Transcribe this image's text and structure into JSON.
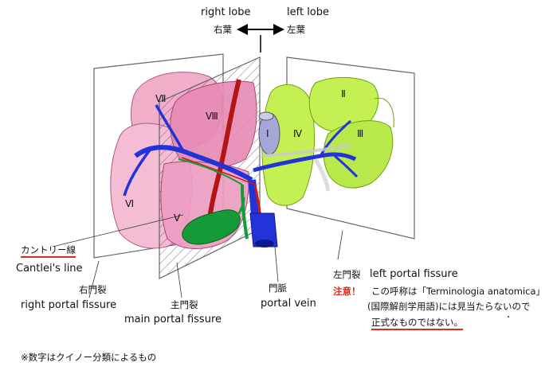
{
  "header": {
    "right_lobe_en": "right lobe",
    "right_lobe_jp": "右葉",
    "left_lobe_en": "left lobe",
    "left_lobe_jp": "左葉"
  },
  "segments": [
    "Ⅰ",
    "Ⅱ",
    "Ⅲ",
    "Ⅳ",
    "Ⅴ",
    "Ⅵ",
    "Ⅶ",
    "Ⅷ"
  ],
  "labels": {
    "cantlie_jp": "カントリー線",
    "cantlie_en": "Cantlei's line",
    "right_fissure_jp": "右門裂",
    "right_fissure_en": "right portal fissure",
    "main_fissure_jp": "主門裂",
    "main_fissure_en": "main portal fissure",
    "portal_vein_jp": "門脈",
    "portal_vein_en": "portal vein",
    "left_fissure_jp": "左門裂",
    "left_fissure_en": "left portal fissure"
  },
  "note": {
    "warning": "注意！",
    "line1": "この呼称は「Terminologia anatomica」",
    "line2": "(国際解剖学用語)には見当たらないので",
    "line3": "正式なものではない。"
  },
  "footnote": "※数字はクイノー分類によるもの",
  "colors": {
    "pink_light": "#f3b8cf",
    "pink_mid": "#e98fb6",
    "pink_dark": "#d9679c",
    "green_light": "#c4f054",
    "green_dark": "#8ccc18",
    "portal_blue": "#2233d8",
    "artery_red": "#d01818",
    "bile_green": "#159a3a",
    "warning_red": "#e02a1c"
  }
}
